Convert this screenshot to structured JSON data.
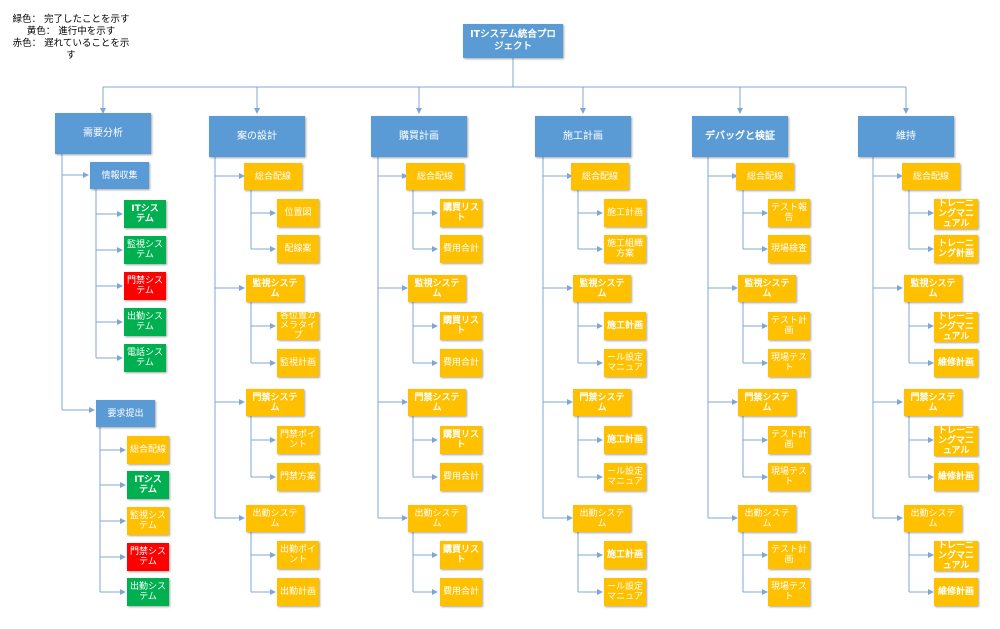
{
  "legend": {
    "green": "緑色： 完了したことを示す",
    "yellow": "黄色： 進行中を示す",
    "red": "赤色： 遅れていることを示す"
  },
  "colors": {
    "blue": "#5b9bd5",
    "yellow": "#ffc000",
    "green": "#00b050",
    "red": "#ff0000",
    "line": "#7fa7d6"
  },
  "root": "ITシステム統合プロジェクト",
  "columns": [
    {
      "title": "需要分析",
      "groups": [
        {
          "title": "情報収集",
          "items": [
            {
              "label": "ITシステム",
              "status": "green"
            },
            {
              "label": "監視システム",
              "status": "green"
            },
            {
              "label": "門禁システム",
              "status": "red"
            },
            {
              "label": "出勤システム",
              "status": "green"
            },
            {
              "label": "電話システム",
              "status": "green"
            }
          ]
        },
        {
          "title": "要求提出",
          "items": [
            {
              "label": "総合配線",
              "status": "yellow"
            },
            {
              "label": "ITシステム",
              "status": "green"
            },
            {
              "label": "監視システム",
              "status": "yellow"
            },
            {
              "label": "門禁システム",
              "status": "red"
            },
            {
              "label": "出勤システム",
              "status": "green"
            }
          ]
        }
      ]
    },
    {
      "title": "案の設計",
      "groups": [
        {
          "title": "総合配線",
          "items": [
            {
              "label": "位置図",
              "status": "yellow"
            },
            {
              "label": "配線案",
              "status": "yellow"
            }
          ]
        },
        {
          "title": "監視システム",
          "items": [
            {
              "label": "各位置カメラタイプ",
              "status": "yellow"
            },
            {
              "label": "監視計画",
              "status": "yellow"
            }
          ]
        },
        {
          "title": "門禁システム",
          "items": [
            {
              "label": "門禁ポイント",
              "status": "yellow"
            },
            {
              "label": "門禁方案",
              "status": "yellow"
            }
          ]
        },
        {
          "title": "出勤システム",
          "items": [
            {
              "label": "出勤ポイント",
              "status": "yellow"
            },
            {
              "label": "出勤計画",
              "status": "yellow"
            }
          ]
        }
      ]
    },
    {
      "title": "購買計画",
      "groups": [
        {
          "title": "総合配線",
          "items": [
            {
              "label": "購買リスト",
              "status": "yellow"
            },
            {
              "label": "費用合計",
              "status": "yellow"
            }
          ]
        },
        {
          "title": "監視システム",
          "items": [
            {
              "label": "購買リスト",
              "status": "yellow"
            },
            {
              "label": "費用合計",
              "status": "yellow"
            }
          ]
        },
        {
          "title": "門禁システム",
          "items": [
            {
              "label": "購買リスト",
              "status": "yellow"
            },
            {
              "label": "費用合計",
              "status": "yellow"
            }
          ]
        },
        {
          "title": "出勤システム",
          "items": [
            {
              "label": "購買リスト",
              "status": "yellow"
            },
            {
              "label": "費用合計",
              "status": "yellow"
            }
          ]
        }
      ]
    },
    {
      "title": "施工計画",
      "groups": [
        {
          "title": "総合配線",
          "items": [
            {
              "label": "施工計画",
              "status": "yellow"
            },
            {
              "label": "施工組織方案",
              "status": "yellow"
            }
          ]
        },
        {
          "title": "監視システム",
          "items": [
            {
              "label": "施工計画",
              "status": "yellow"
            },
            {
              "label": "ール設定マニュア",
              "status": "yellow"
            }
          ]
        },
        {
          "title": "門禁システム",
          "items": [
            {
              "label": "施工計画",
              "status": "yellow"
            },
            {
              "label": "ール設定マニュア",
              "status": "yellow"
            }
          ]
        },
        {
          "title": "出勤システム",
          "items": [
            {
              "label": "施工計画",
              "status": "yellow"
            },
            {
              "label": "ール設定マニュア",
              "status": "yellow"
            }
          ]
        }
      ]
    },
    {
      "title": "デバッグと検証",
      "groups": [
        {
          "title": "総合配線",
          "items": [
            {
              "label": "テスト報告",
              "status": "yellow"
            },
            {
              "label": "現場検査",
              "status": "yellow"
            }
          ]
        },
        {
          "title": "監視システム",
          "items": [
            {
              "label": "テスト計画",
              "status": "yellow"
            },
            {
              "label": "現場テスト",
              "status": "yellow"
            }
          ]
        },
        {
          "title": "門禁システム",
          "items": [
            {
              "label": "テスト計画",
              "status": "yellow"
            },
            {
              "label": "現場テスト",
              "status": "yellow"
            }
          ]
        },
        {
          "title": "出勤システム",
          "items": [
            {
              "label": "テスト計画",
              "status": "yellow"
            },
            {
              "label": "現場テスト",
              "status": "yellow"
            }
          ]
        }
      ]
    },
    {
      "title": "維持",
      "groups": [
        {
          "title": "総合配線",
          "items": [
            {
              "label": "トレーニングマニュアル",
              "status": "yellow"
            },
            {
              "label": "トレーニング計画",
              "status": "yellow"
            }
          ]
        },
        {
          "title": "監視システム",
          "items": [
            {
              "label": "トレーニングマニュアル",
              "status": "yellow"
            },
            {
              "label": "維修計画",
              "status": "yellow"
            }
          ]
        },
        {
          "title": "門禁システム",
          "items": [
            {
              "label": "トレーニングマニュアル",
              "status": "yellow"
            },
            {
              "label": "維修計画",
              "status": "yellow"
            }
          ]
        },
        {
          "title": "出勤システム",
          "items": [
            {
              "label": "トレーニングマニュアル",
              "status": "yellow"
            },
            {
              "label": "維修計画",
              "status": "yellow"
            }
          ]
        }
      ]
    }
  ]
}
